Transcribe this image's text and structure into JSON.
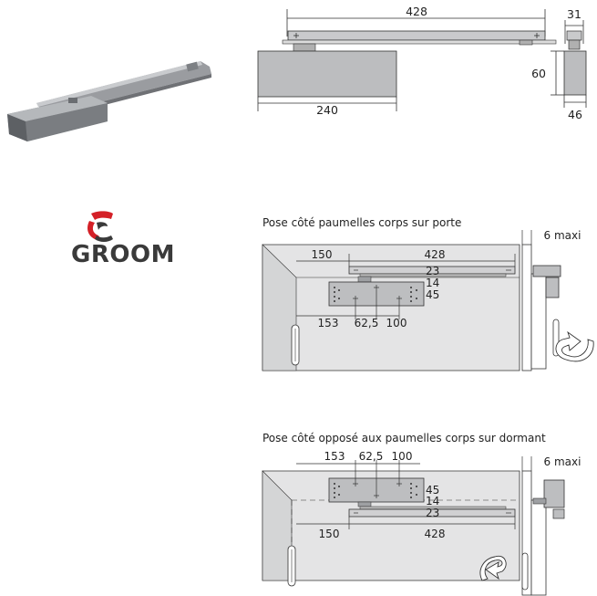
{
  "brand": {
    "name": "GROOM",
    "colors": {
      "red": "#d42027",
      "dark": "#3a3a3a"
    }
  },
  "top_view": {
    "arm_length": "428",
    "body_length": "240",
    "body_height": "60",
    "side_width_top": "31",
    "side_width_bottom": "46"
  },
  "install_1": {
    "caption": "Pose côté paumelles corps sur porte",
    "maxi": "6 maxi",
    "dims": {
      "d150": "150",
      "d428": "428",
      "d23": "23",
      "d14": "14",
      "d45": "45",
      "d153": "153",
      "d625": "62,5",
      "d100": "100"
    }
  },
  "install_2": {
    "caption": "Pose côté opposé aux paumelles corps sur dormant",
    "maxi": "6 maxi",
    "dims": {
      "d153": "153",
      "d625": "62,5",
      "d100": "100",
      "d45": "45",
      "d14": "14",
      "d23": "23",
      "d150": "150",
      "d428": "428"
    }
  }
}
